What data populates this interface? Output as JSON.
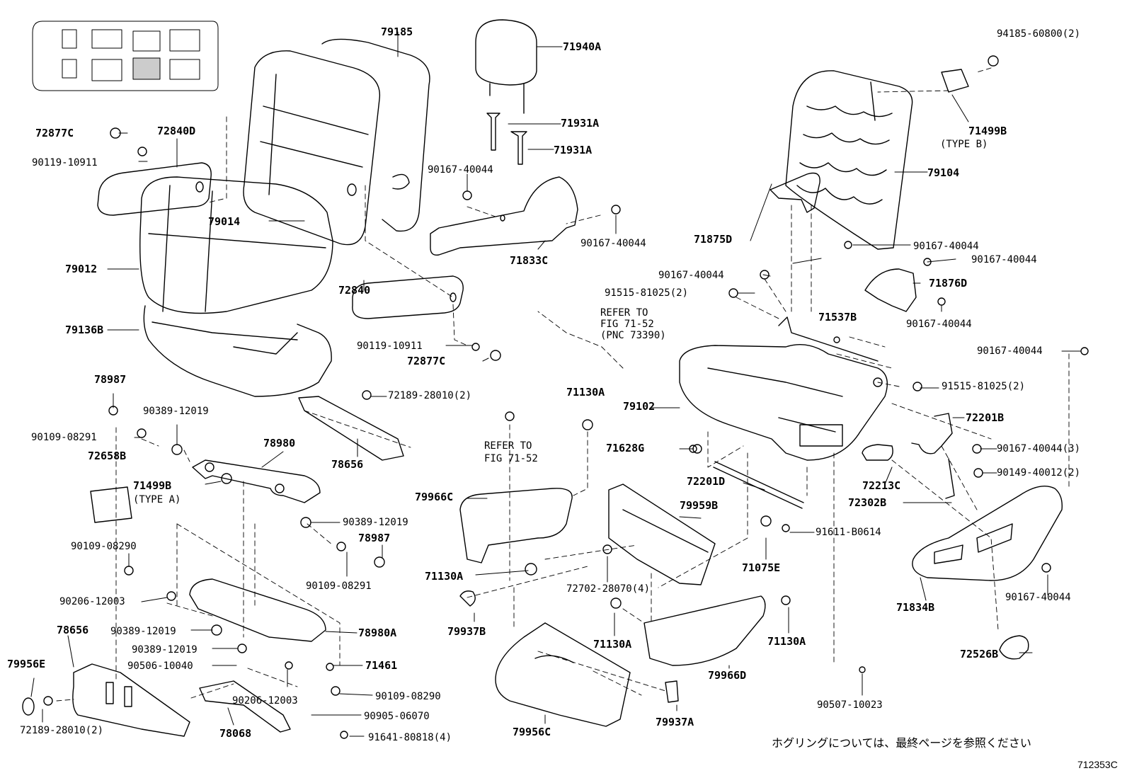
{
  "diagram_code": "712353C",
  "note": "ホグリングについては、最終ページを参照ください",
  "parts": [
    {
      "id": "p79185",
      "text": "79185"
    },
    {
      "id": "p71940A",
      "text": "71940A"
    },
    {
      "id": "p94185",
      "text": "94185-60800(2)"
    },
    {
      "id": "p72877C_1",
      "text": "72877C"
    },
    {
      "id": "p72840D",
      "text": "72840D"
    },
    {
      "id": "p71931A_1",
      "text": "71931A"
    },
    {
      "id": "p71931A_2",
      "text": "71931A"
    },
    {
      "id": "p90119_1",
      "text": "90119-10911"
    },
    {
      "id": "p90167_a",
      "text": "90167-40044"
    },
    {
      "id": "p71499B_B",
      "text": "71499B"
    },
    {
      "id": "pTypeB",
      "text": "(TYPE B)"
    },
    {
      "id": "p79104",
      "text": "79104"
    },
    {
      "id": "p79014",
      "text": "79014"
    },
    {
      "id": "p90167_b",
      "text": "90167-40044"
    },
    {
      "id": "p71833C",
      "text": "71833C"
    },
    {
      "id": "p71875D",
      "text": "71875D"
    },
    {
      "id": "p90167_c",
      "text": "90167-40044"
    },
    {
      "id": "p90167_d",
      "text": "90167-40044"
    },
    {
      "id": "p79012",
      "text": "79012"
    },
    {
      "id": "p90167_e",
      "text": "90167-40044"
    },
    {
      "id": "p72840",
      "text": "72840"
    },
    {
      "id": "p91515_1",
      "text": "91515-81025(2)"
    },
    {
      "id": "p71876D",
      "text": "71876D"
    },
    {
      "id": "pRefer1a",
      "text": "REFER TO"
    },
    {
      "id": "pRefer1b",
      "text": "FIG 71-52"
    },
    {
      "id": "pRefer1c",
      "text": "(PNC 73390)"
    },
    {
      "id": "p71537B",
      "text": "71537B"
    },
    {
      "id": "p90167_f",
      "text": "90167-40044"
    },
    {
      "id": "p79136B",
      "text": "79136B"
    },
    {
      "id": "p90119_2",
      "text": "90119-10911"
    },
    {
      "id": "p72877C_2",
      "text": "72877C"
    },
    {
      "id": "p90167_g",
      "text": "90167-40044"
    },
    {
      "id": "p78987_1",
      "text": "78987"
    },
    {
      "id": "p91515_2",
      "text": "91515-81025(2)"
    },
    {
      "id": "p72189_1",
      "text": "72189-28010(2)"
    },
    {
      "id": "p71130A_1",
      "text": "71130A"
    },
    {
      "id": "p79102",
      "text": "79102"
    },
    {
      "id": "p72201B",
      "text": "72201B"
    },
    {
      "id": "p90389_1",
      "text": "90389-12019"
    },
    {
      "id": "p90109_1",
      "text": "90109-08291"
    },
    {
      "id": "p78980",
      "text": "78980"
    },
    {
      "id": "p78656_1",
      "text": "78656"
    },
    {
      "id": "pRefer2a",
      "text": "REFER TO"
    },
    {
      "id": "pRefer2b",
      "text": "FIG 71-52"
    },
    {
      "id": "p71628G",
      "text": "71628G"
    },
    {
      "id": "p90167_h",
      "text": "90167-40044(3)"
    },
    {
      "id": "p72658B",
      "text": "72658B"
    },
    {
      "id": "p71499B_A",
      "text": "71499B"
    },
    {
      "id": "pTypeA",
      "text": "(TYPE A)"
    },
    {
      "id": "p72201D",
      "text": "72201D"
    },
    {
      "id": "p72213C",
      "text": "72213C"
    },
    {
      "id": "p90149",
      "text": "90149-40012(2)"
    },
    {
      "id": "p79966C",
      "text": "79966C"
    },
    {
      "id": "p72302B",
      "text": "72302B"
    },
    {
      "id": "p90389_2",
      "text": "90389-12019"
    },
    {
      "id": "p79959B",
      "text": "79959B"
    },
    {
      "id": "p90109_2",
      "text": "90109-08290"
    },
    {
      "id": "p78987_2",
      "text": "78987"
    },
    {
      "id": "p91611",
      "text": "91611-B0614"
    },
    {
      "id": "p71075E",
      "text": "71075E"
    },
    {
      "id": "p71130A_2",
      "text": "71130A"
    },
    {
      "id": "p90109_3",
      "text": "90109-08291"
    },
    {
      "id": "p72702",
      "text": "72702-28070(4)"
    },
    {
      "id": "p90206_1",
      "text": "90206-12003"
    },
    {
      "id": "p71834B",
      "text": "71834B"
    },
    {
      "id": "p90167_i",
      "text": "90167-40044"
    },
    {
      "id": "p78656_2",
      "text": "78656"
    },
    {
      "id": "p90389_3",
      "text": "90389-12019"
    },
    {
      "id": "p78980A",
      "text": "78980A"
    },
    {
      "id": "p79937B",
      "text": "79937B"
    },
    {
      "id": "p71130A_3",
      "text": "71130A"
    },
    {
      "id": "p71130A_4",
      "text": "71130A"
    },
    {
      "id": "p90389_4",
      "text": "90389-12019"
    },
    {
      "id": "p79956E",
      "text": "79956E"
    },
    {
      "id": "p90506",
      "text": "90506-10040"
    },
    {
      "id": "p71461",
      "text": "71461"
    },
    {
      "id": "p72526B",
      "text": "72526B"
    },
    {
      "id": "p79966D",
      "text": "79966D"
    },
    {
      "id": "p90206_2",
      "text": "90206-12003"
    },
    {
      "id": "p90109_4",
      "text": "90109-08290"
    },
    {
      "id": "p90507",
      "text": "90507-10023"
    },
    {
      "id": "p72189_2",
      "text": "72189-28010(2)"
    },
    {
      "id": "p78068",
      "text": "78068"
    },
    {
      "id": "p90905",
      "text": "90905-06070"
    },
    {
      "id": "p79956C",
      "text": "79956C"
    },
    {
      "id": "p79937A",
      "text": "79937A"
    },
    {
      "id": "p91641",
      "text": "91641-80818(4)"
    }
  ]
}
